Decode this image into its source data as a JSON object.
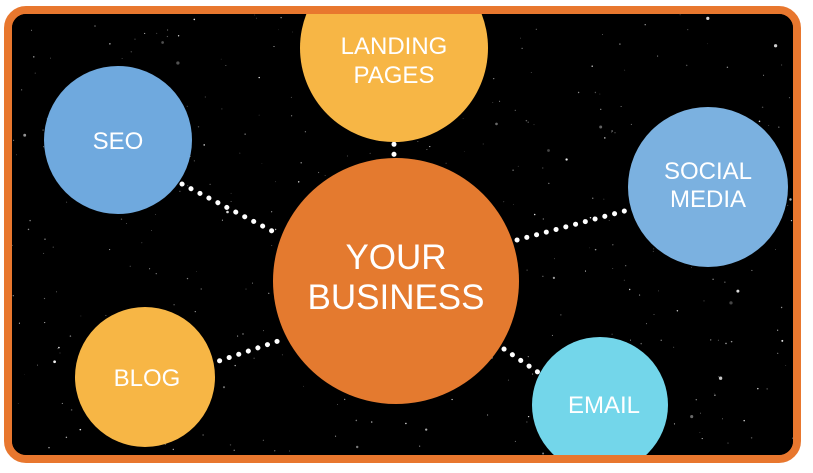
{
  "diagram": {
    "center": {
      "line1": "YOUR",
      "line2": "BUSINESS"
    },
    "nodes": {
      "landing_pages": {
        "line1": "LANDING",
        "line2": "PAGES"
      },
      "seo": {
        "label": "SEO"
      },
      "social_media": {
        "line1": "SOCIAL",
        "line2": "MEDIA"
      },
      "blog": {
        "label": "BLOG"
      },
      "email": {
        "label": "EMAIL"
      }
    },
    "colors": {
      "frame": "#e8772e",
      "center": "#e47a2f",
      "landing_pages": "#f7b645",
      "seo": "#6fa9de",
      "social_media": "#7bb1e0",
      "blog": "#f7b645",
      "email": "#73d6ea",
      "background": "#000000"
    }
  }
}
